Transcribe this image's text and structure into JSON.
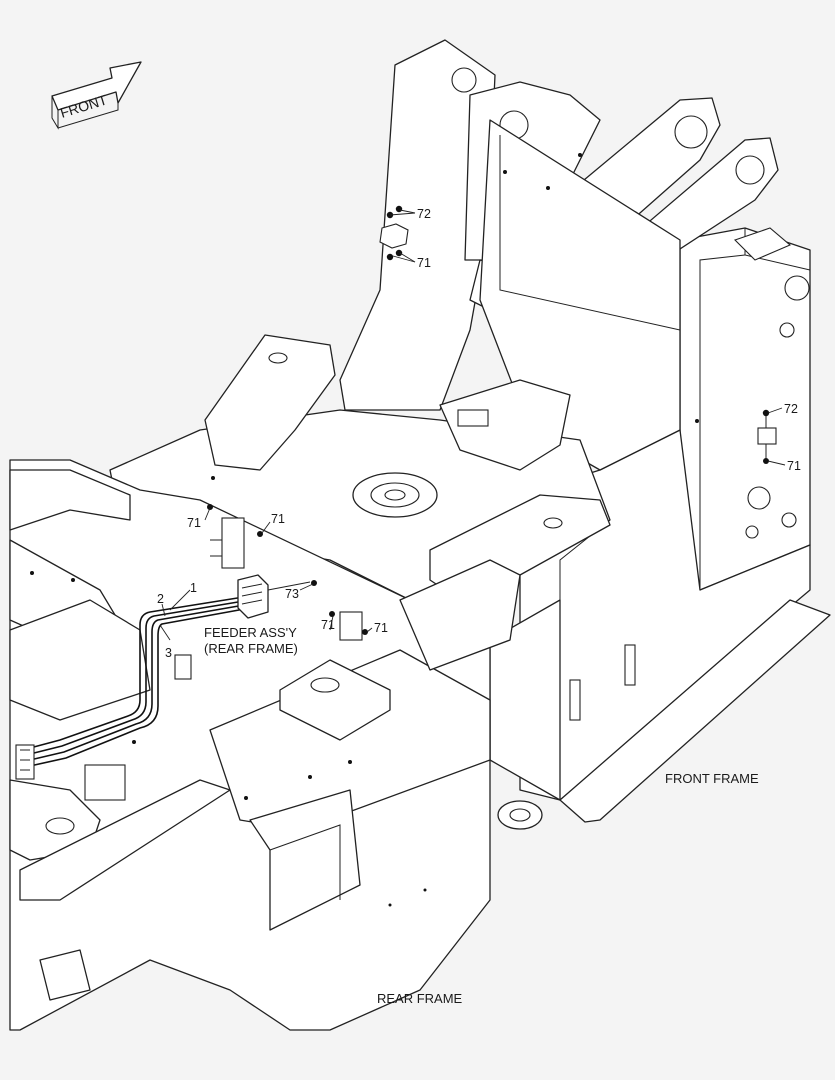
{
  "labels": {
    "front_arrow": "FRONT",
    "feeder_line1": "FEEDER ASS'Y",
    "feeder_line2": "(REAR FRAME)",
    "front_frame": "FRONT FRAME",
    "rear_frame": "REAR FRAME"
  },
  "callouts": {
    "c72_top": "72",
    "c71_top": "71",
    "c72_right": "72",
    "c71_right": "71",
    "c71_left": "71",
    "c71_mid": "71",
    "c1": "1",
    "c2": "2",
    "c3": "3",
    "c73": "73",
    "c71_low": "71"
  }
}
